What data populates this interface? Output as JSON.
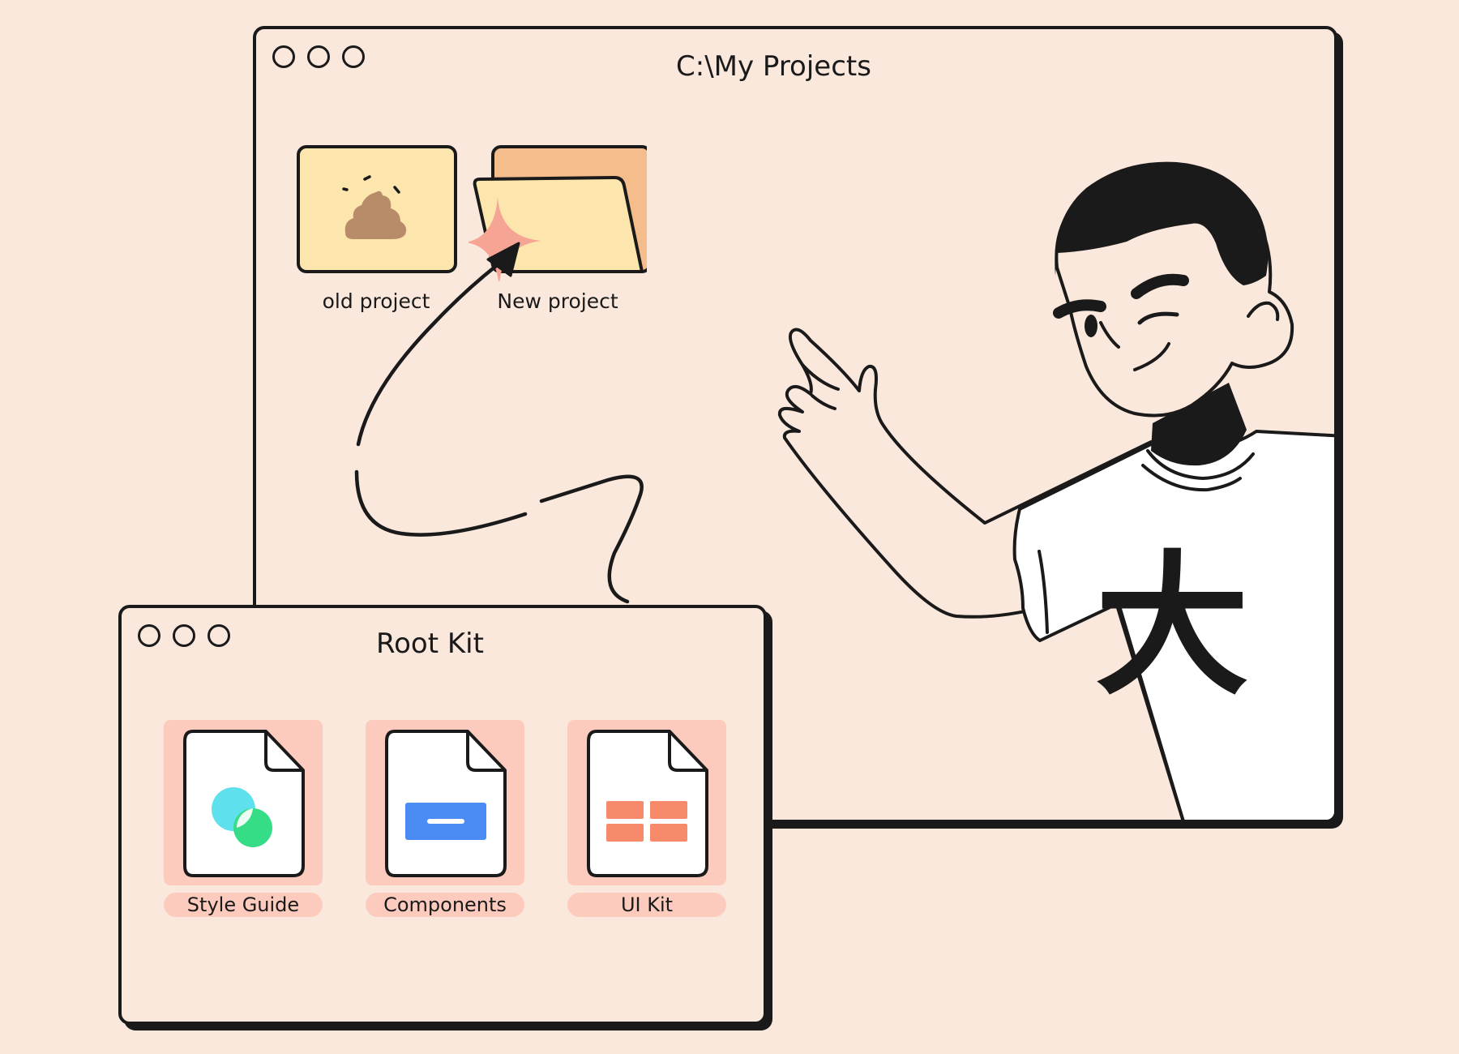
{
  "projects_window": {
    "title": "C:\\My Projects",
    "folders": [
      {
        "label": "old project",
        "icon": "poop-icon"
      },
      {
        "label": "New project",
        "icon": "open-folder-icon"
      }
    ]
  },
  "rootkit_window": {
    "title": "Root Kit",
    "items": [
      {
        "label": "Style Guide",
        "icon": "color-circles-icon"
      },
      {
        "label": "Components",
        "icon": "button-component-icon"
      },
      {
        "label": "UI Kit",
        "icon": "grid-layout-icon"
      }
    ]
  },
  "colors": {
    "background": "#fbe8dd",
    "folder_front": "#fde6ae",
    "folder_back": "#f4bd8b",
    "tile_highlight": "#fccbbd",
    "sparkle": "#f6a594",
    "cyan": "#5fe1ed",
    "green": "#35dd86",
    "blue": "#4b8cf4",
    "orange": "#f78a6b"
  },
  "shirt_glyph": "大"
}
